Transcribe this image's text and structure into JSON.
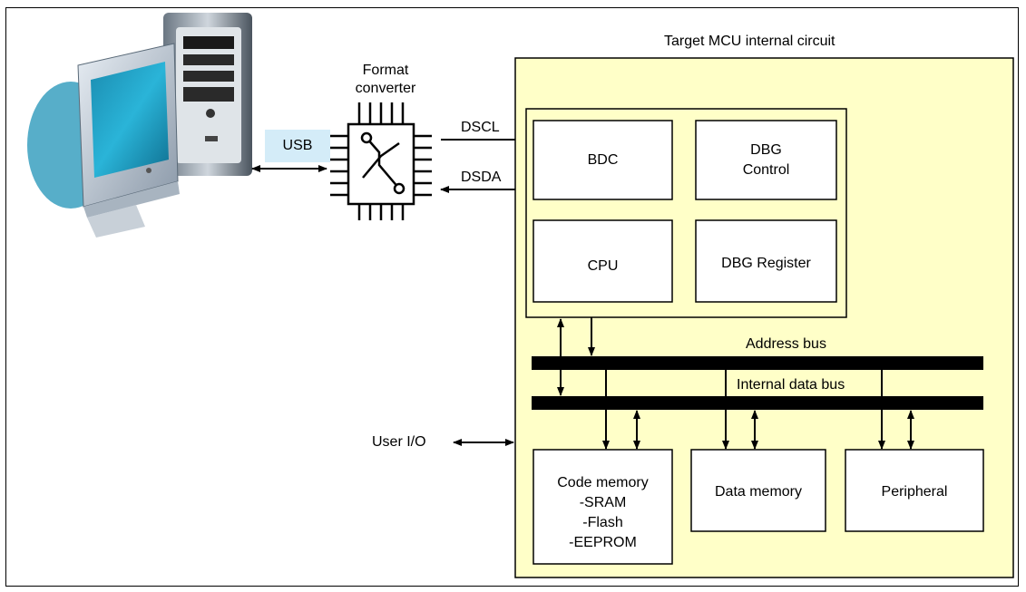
{
  "diagram": {
    "usb_label": "USB",
    "format_converter": [
      "Format",
      "converter"
    ],
    "dscl_label": "DSCL",
    "dsda_label": "DSDA",
    "target_title": "Target MCU internal circuit",
    "bdc_label": "BDC",
    "dbg_control": [
      "DBG",
      "Control"
    ],
    "cpu_label": "CPU",
    "dbg_register": "DBG Register",
    "address_bus": "Address bus",
    "data_bus": "Internal data bus",
    "user_io": "User I/O",
    "code_memory": [
      "Code memory",
      "-SRAM",
      "-Flash",
      "-EEPROM"
    ],
    "data_memory": "Data memory",
    "peripheral": "Peripheral",
    "colors": {
      "target_fill": "#ffffc8",
      "usb_fill": "#d4ecf8",
      "bus": "#000000",
      "monitor_blue": "#2aa6c8"
    },
    "icons": [
      "computer-icon",
      "chip-icon"
    ]
  }
}
